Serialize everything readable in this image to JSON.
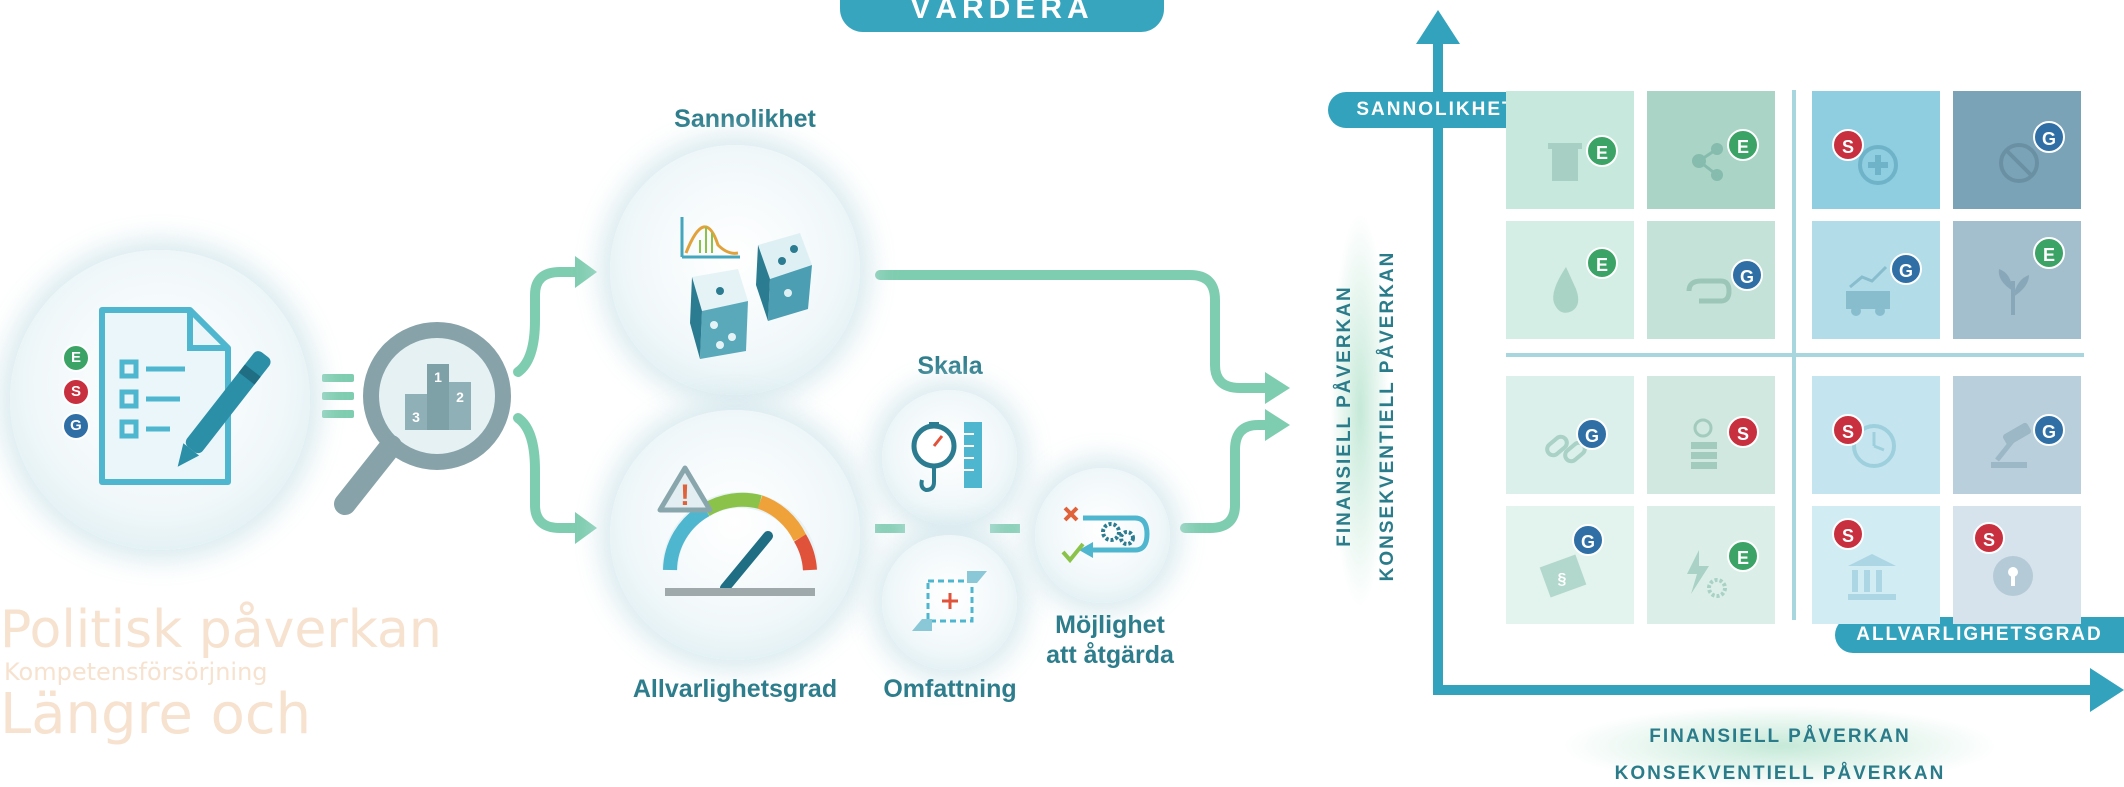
{
  "header": {
    "title": "VÄRDERA"
  },
  "stages": {
    "sannolikhet": "Sannolikhet",
    "allvarlighetsgrad": "Allvarlighetsgrad",
    "skala": "Skala",
    "omfattning": "Omfattning",
    "mojlighet_line1": "Möjlighet",
    "mojlighet_line2": "att åtgärda"
  },
  "esg_badges": [
    "E",
    "S",
    "G"
  ],
  "magnifier_podium": [
    "1",
    "2",
    "3"
  ],
  "matrix": {
    "y_axis_label": "SANNOLIKHET",
    "x_axis_label": "ALLVARLIGHETSGRAD",
    "side_label_1": "FINANSIELL PÅVERKAN",
    "side_label_2": "KONSEKVENTIELL PÅVERKAN",
    "bottom_label_1": "FINANSIELL PÅVERKAN",
    "bottom_label_2": "KONSEKVENTIELL PÅVERKAN",
    "tiles": [
      {
        "badge": "E",
        "icon": "trash-icon"
      },
      {
        "badge": "E",
        "icon": "molecule-icon"
      },
      {
        "badge": "S",
        "icon": "health-plus-icon"
      },
      {
        "badge": "G",
        "icon": "no-bribery-icon"
      },
      {
        "badge": "E",
        "icon": "water-drop-icon"
      },
      {
        "badge": "G",
        "icon": "cycle-arrow-icon"
      },
      {
        "badge": "G",
        "icon": "truck-chart-icon"
      },
      {
        "badge": "E",
        "icon": "plant-icon"
      },
      {
        "badge": "G",
        "icon": "chain-link-icon"
      },
      {
        "badge": "S",
        "icon": "target-stack-icon"
      },
      {
        "badge": "S",
        "icon": "clock-icon"
      },
      {
        "badge": "G",
        "icon": "gavel-icon"
      },
      {
        "badge": "G",
        "icon": "law-book-icon"
      },
      {
        "badge": "E",
        "icon": "energy-gears-icon"
      },
      {
        "badge": "S",
        "icon": "building-apple-icon"
      },
      {
        "badge": "S",
        "icon": "lock-shield-icon"
      }
    ]
  },
  "background_words": [
    "Politisk påverkan",
    "Kompetensförsörjning",
    "Längre och ",
    "ning"
  ],
  "colors": {
    "accent": "#37a5bd",
    "flow_arrow": "#7fcdb0",
    "text_teal": "#2d7d8c",
    "esg_e": "#3ba365",
    "esg_s": "#c8303f",
    "esg_g": "#2f6fa5"
  }
}
